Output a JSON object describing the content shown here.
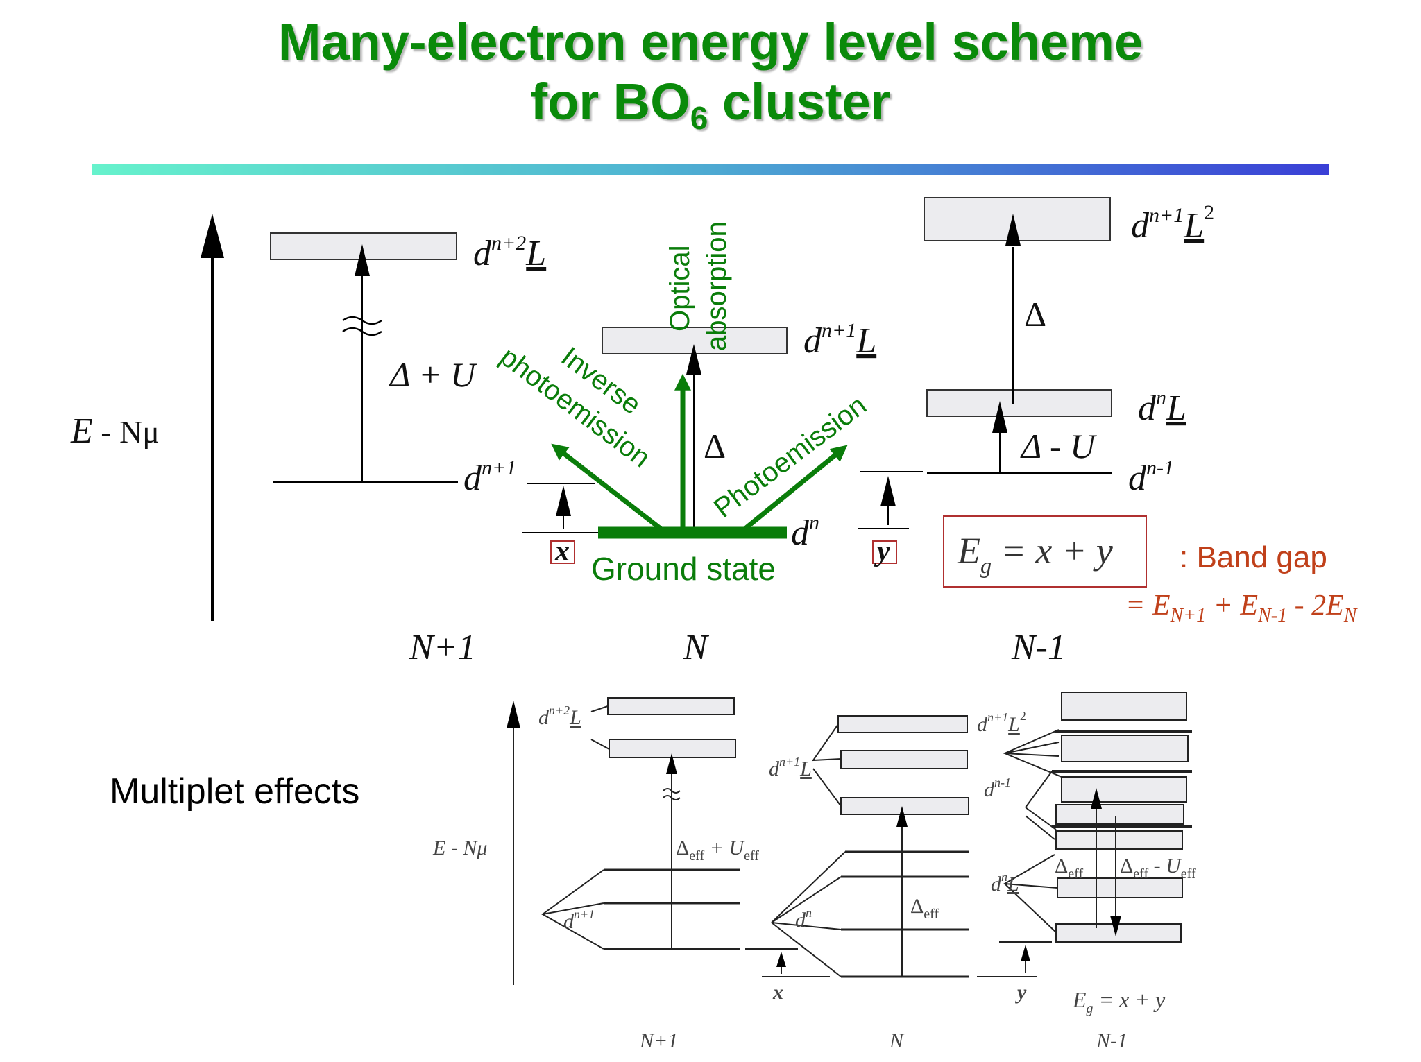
{
  "title": {
    "line1": "Many-electron energy level scheme",
    "line2_pre": "for BO",
    "line2_sub": "6",
    "line2_post": " cluster"
  },
  "top": {
    "axis_label_e": "E",
    "axis_label_rest": " - Nμ",
    "level_d_n2_L": "d",
    "level_d_n2_L_sup": "n+2",
    "level_d_n2_L_ul": "L",
    "level_d_n1": "d",
    "level_d_n1_sup": "n+1",
    "level_d_n1_L": "d",
    "level_d_n1_L_sup": "n+1",
    "level_d_n1_L_ul": "L",
    "level_d_n": "d",
    "level_d_n_sup": "n",
    "level_d_n1L2": "d",
    "level_d_n1L2_sup": "n+1",
    "level_d_n1L2_ul": "L",
    "level_d_n1L2_sup2": "2",
    "level_dnL": "d",
    "level_dnL_sup": "n",
    "level_dnL_ul": "L",
    "level_d_nm1": "d",
    "level_d_nm1_sup": "n-1",
    "delta_plus_u": "Δ + U",
    "delta_mid": "Δ",
    "delta_right": "Δ",
    "delta_minus_u": "Δ - U",
    "x_label": "x",
    "y_label": "y",
    "n_plus_1": "N+1",
    "n_label": "N",
    "n_minus_1": "N-1",
    "ground_state": "Ground state",
    "inverse_line1": "Inverse",
    "inverse_line2": "photoemission",
    "optical_line1": "Optical",
    "optical_line2": "absorption",
    "photoemission": "Photoemission",
    "eg_formula": "E",
    "eg_sub": "g",
    "eg_rest": " = x + y",
    "band_gap": ": Band gap",
    "gap_def": "= E",
    "gap_def_sub1": "N+1",
    "gap_def_mid": " + E",
    "gap_def_sub2": "N-1",
    "gap_def_mid2": " - 2E",
    "gap_def_sub3": "N"
  },
  "bottom": {
    "multiplet_label": "Multiplet effects",
    "axis_label": "E - Nμ",
    "d_n2_L": "d",
    "d_n2_L_sup": "n+2",
    "d_n2_L_ul": "L",
    "d_n1_L": "d",
    "d_n1_L_sup": "n+1",
    "d_n1_L_ul": "L",
    "d_n1L2": "d",
    "d_n1L2_sup": "n+1",
    "d_n1L2_ul": "L",
    "d_n1L2_sup2": "2",
    "d_nm1": "d",
    "d_nm1_sup": "n-1",
    "d_nL": "d",
    "d_nL_sup": "n",
    "d_nL_ul": "L",
    "d_n1": "d",
    "d_n1_sup": "n+1",
    "d_n": "d",
    "d_n_sup": "n",
    "delta_u_eff": "Δ",
    "eff1": "eff",
    "plus_u": " + U",
    "eff2": "eff",
    "delta_eff_mid": "Δ",
    "delta_eff_mid_sub": "eff",
    "delta_eff_right": "Δ",
    "delta_eff_right_sub": "eff",
    "delta_eff_minus": "Δ",
    "delta_eff_minus_sub": "eff",
    "minus_u": " - U",
    "minus_u_sub": "eff",
    "x_label": "x",
    "y_label": "y",
    "eg": "E",
    "eg_sub": "g",
    "eg_rest": " = x + y",
    "n_plus_1": "N+1",
    "n_label": "N",
    "n_minus_1": "N-1"
  },
  "colors": {
    "title_green": "#0a8a0a",
    "arrow_green": "#0a7d0a",
    "box_fill": "#ececef",
    "band_gap_red": "#c0401a",
    "frame_red": "#b03030"
  }
}
